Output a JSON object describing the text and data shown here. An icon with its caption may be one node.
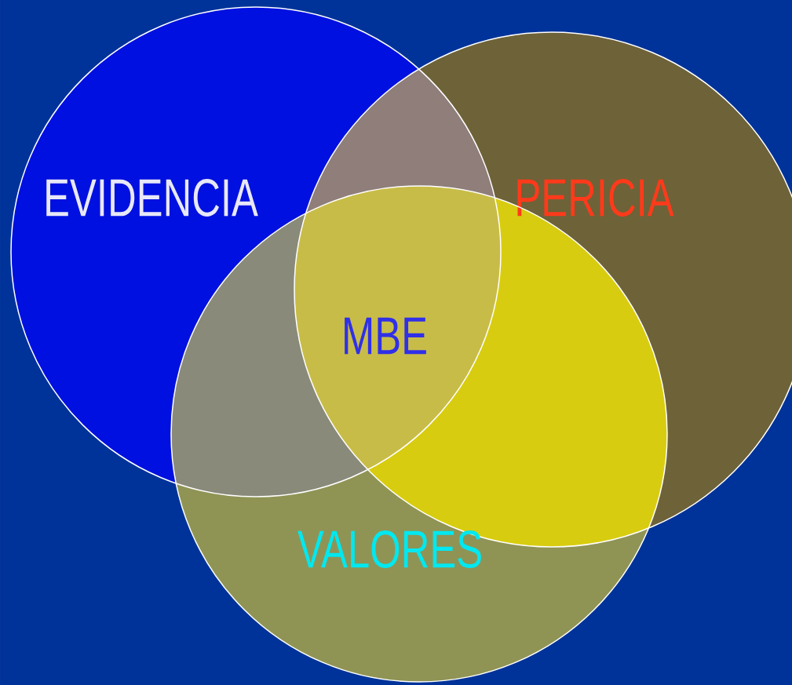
{
  "diagram": {
    "nodes": [
      {
        "text": [
          "EVIDENCIA"
        ]
      },
      {
        "text": [
          "PERICIA"
        ]
      },
      {
        "text": [
          "VALORES"
        ]
      }
    ],
    "labels": [
      "MBE"
    ]
  }
}
